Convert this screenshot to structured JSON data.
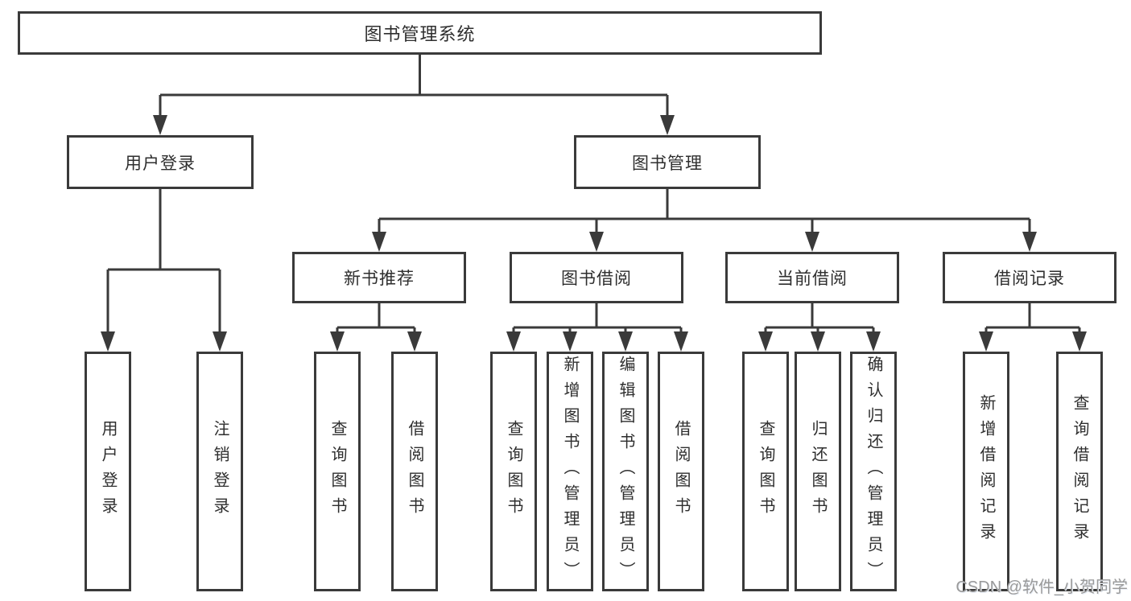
{
  "diagram": {
    "title": "图书管理系统",
    "colors": {
      "line": "#3a3a3a",
      "box_border": "#3a3a3a",
      "box_fill": "#ffffff",
      "text": "#2e2e2e",
      "watermark_text": "#9a9a9a"
    },
    "nodes": {
      "root": "图书管理系统",
      "user_login": "用户登录",
      "book_mgmt": "图书管理",
      "new_book_rec": "新书推荐",
      "book_borrow": "图书借阅",
      "current_borrow": "当前借阅",
      "borrow_record": "借阅记录",
      "ul_user_login": "用户登录",
      "ul_logout": "注销登录",
      "nb_query_book": "查询图书",
      "nb_borrow_book": "借阅图书",
      "bb_query_book": "查询图书",
      "bb_add_book": "新增图书（管理员）",
      "bb_edit_book": "编辑图书（管理员）",
      "bb_borrow_book": "借阅图书",
      "cb_query_book": "查询图书",
      "cb_return_book": "归还图书",
      "cb_confirm_return": "确认归还（管理员）",
      "br_add_record": "新增借阅记录",
      "br_query_record": "查询借阅记录"
    },
    "watermark": "CSDN @软件_小贺同学"
  }
}
